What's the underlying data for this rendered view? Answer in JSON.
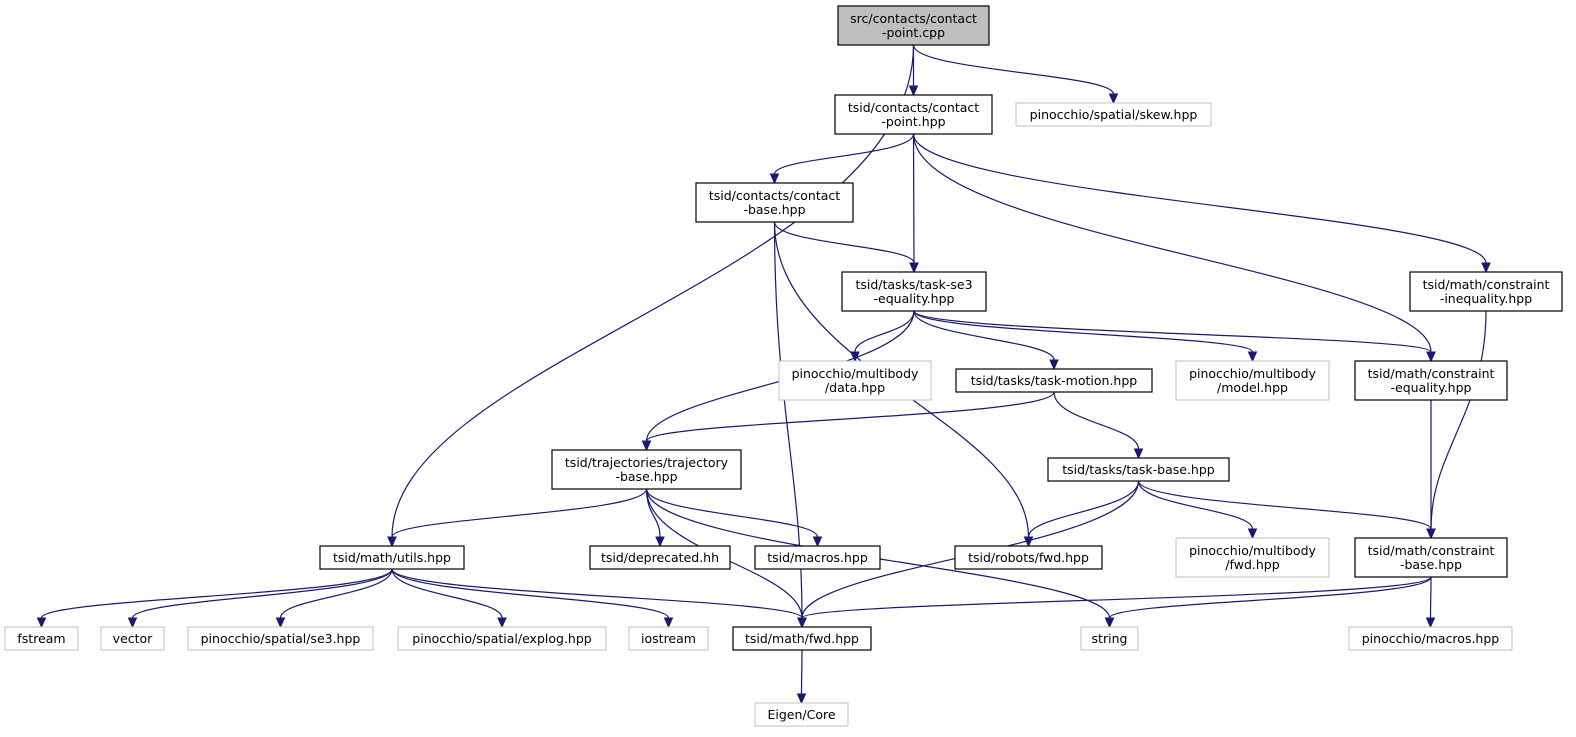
{
  "graph": {
    "nodes": [
      {
        "id": "root",
        "lines": [
          "src/contacts/contact",
          "-point.cpp"
        ],
        "kind": "root"
      },
      {
        "id": "cp_hpp",
        "lines": [
          "tsid/contacts/contact",
          "-point.hpp"
        ],
        "kind": "internal"
      },
      {
        "id": "skew",
        "lines": [
          "pinocchio/spatial/skew.hpp"
        ],
        "kind": "external"
      },
      {
        "id": "cb_hpp",
        "lines": [
          "tsid/contacts/contact",
          "-base.hpp"
        ],
        "kind": "internal"
      },
      {
        "id": "se3eq",
        "lines": [
          "tsid/tasks/task-se3",
          "-equality.hpp"
        ],
        "kind": "internal"
      },
      {
        "id": "cineq",
        "lines": [
          "tsid/math/constraint",
          "-inequality.hpp"
        ],
        "kind": "internal"
      },
      {
        "id": "mbdata",
        "lines": [
          "pinocchio/multibody",
          "/data.hpp"
        ],
        "kind": "external"
      },
      {
        "id": "tmotion",
        "lines": [
          "tsid/tasks/task-motion.hpp"
        ],
        "kind": "internal"
      },
      {
        "id": "mbmodel",
        "lines": [
          "pinocchio/multibody",
          "/model.hpp"
        ],
        "kind": "external"
      },
      {
        "id": "ceq",
        "lines": [
          "tsid/math/constraint",
          "-equality.hpp"
        ],
        "kind": "internal"
      },
      {
        "id": "trajbase",
        "lines": [
          "tsid/trajectories/trajectory",
          "-base.hpp"
        ],
        "kind": "internal"
      },
      {
        "id": "taskbase",
        "lines": [
          "tsid/tasks/task-base.hpp"
        ],
        "kind": "internal"
      },
      {
        "id": "utils",
        "lines": [
          "tsid/math/utils.hpp"
        ],
        "kind": "internal"
      },
      {
        "id": "deprecated",
        "lines": [
          "tsid/deprecated.hh"
        ],
        "kind": "internal"
      },
      {
        "id": "macros",
        "lines": [
          "tsid/macros.hpp"
        ],
        "kind": "internal"
      },
      {
        "id": "robotsfwd",
        "lines": [
          "tsid/robots/fwd.hpp"
        ],
        "kind": "internal"
      },
      {
        "id": "mbfwd",
        "lines": [
          "pinocchio/multibody",
          "/fwd.hpp"
        ],
        "kind": "external"
      },
      {
        "id": "cbase",
        "lines": [
          "tsid/math/constraint",
          "-base.hpp"
        ],
        "kind": "internal"
      },
      {
        "id": "fstream",
        "lines": [
          "fstream"
        ],
        "kind": "external"
      },
      {
        "id": "vector",
        "lines": [
          "vector"
        ],
        "kind": "external"
      },
      {
        "id": "se3",
        "lines": [
          "pinocchio/spatial/se3.hpp"
        ],
        "kind": "external"
      },
      {
        "id": "explog",
        "lines": [
          "pinocchio/spatial/explog.hpp"
        ],
        "kind": "external"
      },
      {
        "id": "iostream",
        "lines": [
          "iostream"
        ],
        "kind": "external"
      },
      {
        "id": "mathfwd",
        "lines": [
          "tsid/math/fwd.hpp"
        ],
        "kind": "internal"
      },
      {
        "id": "string",
        "lines": [
          "string"
        ],
        "kind": "external"
      },
      {
        "id": "pmacros",
        "lines": [
          "pinocchio/macros.hpp"
        ],
        "kind": "external"
      },
      {
        "id": "eigen",
        "lines": [
          "Eigen/Core"
        ],
        "kind": "external"
      }
    ],
    "edges": [
      [
        "root",
        "cp_hpp"
      ],
      [
        "root",
        "skew"
      ],
      [
        "root",
        "utils"
      ],
      [
        "cp_hpp",
        "cb_hpp"
      ],
      [
        "cp_hpp",
        "se3eq"
      ],
      [
        "cp_hpp",
        "ceq"
      ],
      [
        "cp_hpp",
        "cineq"
      ],
      [
        "cb_hpp",
        "se3eq"
      ],
      [
        "cb_hpp",
        "robotsfwd"
      ],
      [
        "cb_hpp",
        "mathfwd"
      ],
      [
        "se3eq",
        "mbdata"
      ],
      [
        "se3eq",
        "tmotion"
      ],
      [
        "se3eq",
        "mbmodel"
      ],
      [
        "se3eq",
        "ceq"
      ],
      [
        "se3eq",
        "trajbase"
      ],
      [
        "cineq",
        "cbase"
      ],
      [
        "tmotion",
        "trajbase"
      ],
      [
        "tmotion",
        "taskbase"
      ],
      [
        "ceq",
        "cbase"
      ],
      [
        "trajbase",
        "utils"
      ],
      [
        "trajbase",
        "mathfwd"
      ],
      [
        "trajbase",
        "deprecated"
      ],
      [
        "trajbase",
        "macros"
      ],
      [
        "trajbase",
        "string"
      ],
      [
        "taskbase",
        "robotsfwd"
      ],
      [
        "taskbase",
        "mathfwd"
      ],
      [
        "taskbase",
        "mbfwd"
      ],
      [
        "taskbase",
        "cbase"
      ],
      [
        "utils",
        "fstream"
      ],
      [
        "utils",
        "vector"
      ],
      [
        "utils",
        "se3"
      ],
      [
        "utils",
        "explog"
      ],
      [
        "utils",
        "iostream"
      ],
      [
        "utils",
        "mathfwd"
      ],
      [
        "cbase",
        "mathfwd"
      ],
      [
        "cbase",
        "string"
      ],
      [
        "cbase",
        "pmacros"
      ],
      [
        "mathfwd",
        "eigen"
      ]
    ]
  }
}
